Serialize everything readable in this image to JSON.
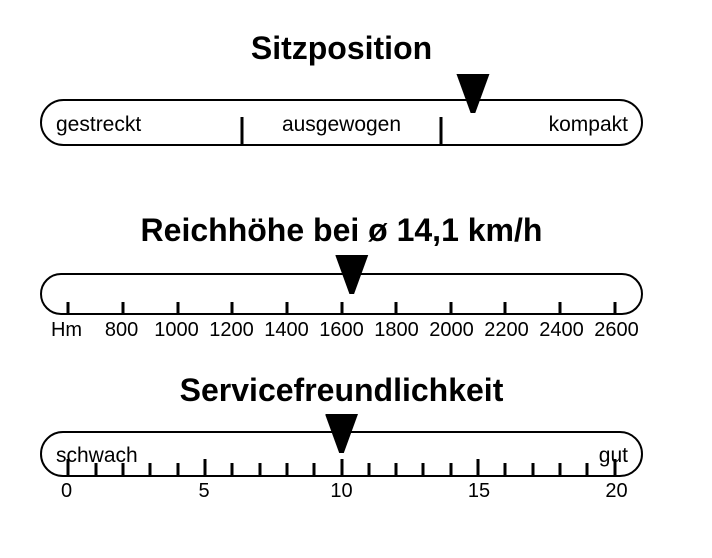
{
  "page": {
    "background_color": "#ffffff",
    "ink_color": "#000000"
  },
  "gauges": [
    {
      "title": "Sitzposition",
      "scale_type": "categorical",
      "regions": [
        "gestreckt",
        "ausgewogen",
        "kompakt"
      ],
      "region_boundaries": [
        0.3333,
        0.6667
      ],
      "marker_fraction": 0.718,
      "marker_region": "kompakt"
    },
    {
      "title": "Reichhöhe bei ø 14,1 km/h",
      "scale_type": "linear",
      "unit": "Hm",
      "scale": {
        "tick_count": 11,
        "major_every": 1,
        "labels": [
          "Hm",
          "800",
          "1000",
          "1200",
          "1400",
          "1600",
          "1800",
          "2000",
          "2200",
          "2400",
          "2600"
        ]
      },
      "marker_value": 1640,
      "marker_fraction": 0.517
    },
    {
      "title": "Servicefreundlichkeit",
      "scale_type": "linear",
      "left_label": "schwach",
      "right_label": "gut",
      "scale": {
        "tick_count": 21,
        "major_every": 5,
        "labels": [
          "0",
          "5",
          "10",
          "15",
          "20"
        ]
      },
      "marker_value": 10,
      "marker_fraction": 0.5
    }
  ],
  "chart_data": [
    {
      "type": "gauge",
      "title": "Sitzposition",
      "scale_type": "categorical",
      "categories": [
        "gestreckt",
        "ausgewogen",
        "kompakt"
      ],
      "marker_category": "kompakt",
      "marker_fraction_of_scale": 0.718
    },
    {
      "type": "gauge",
      "title": "Reichhöhe bei ø 14,1 km/h",
      "scale_type": "linear",
      "unit": "Hm",
      "axis_range": [
        600,
        2600
      ],
      "tick_step": 200,
      "tick_labels": [
        "Hm",
        "800",
        "1000",
        "1200",
        "1400",
        "1600",
        "1800",
        "2000",
        "2200",
        "2400",
        "2600"
      ],
      "marker_value": 1640
    },
    {
      "type": "gauge",
      "title": "Servicefreundlichkeit",
      "scale_type": "linear",
      "left_label": "schwach",
      "right_label": "gut",
      "axis_range": [
        0,
        20
      ],
      "minor_tick_step": 1,
      "major_tick_step": 5,
      "tick_labels": [
        "0",
        "5",
        "10",
        "15",
        "20"
      ],
      "marker_value": 10
    }
  ]
}
